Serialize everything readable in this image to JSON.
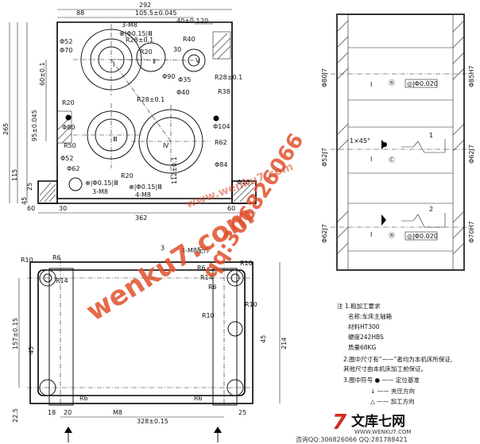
{
  "top_view": {
    "dims": {
      "d292": "292",
      "d88": "88",
      "d105": "105.5±0.045",
      "d40": "40±0.1",
      "d20": "20",
      "m8_top": "3-M8",
      "gd1": "⊕|Φ0.15|Ⅲ",
      "r28_top": "R28±0.1",
      "r40": "R40",
      "d52": "Φ52",
      "d70": "Φ70",
      "r20a": "R20",
      "d30": "30",
      "d90": "Φ90",
      "d35": "Φ35",
      "r28_right": "R28±0.1",
      "d60_vert": "60±0.1",
      "r28_mid": "R28±0.1",
      "d40b": "Φ40",
      "r38": "R38",
      "d95": "95±0.045",
      "r20b": "R20",
      "d80": "Φ80",
      "d104": "Φ104",
      "r50": "R50",
      "r62": "R62",
      "d52b": "Φ52",
      "d62": "Φ62",
      "d84": "Φ84",
      "d112": "112±0.1",
      "gd2": "⊕|Φ0.15|Ⅲ",
      "gd3": "⊕|Φ0.15|Ⅲ",
      "m8_a": "3-M8",
      "m8_b": "4-M8",
      "r20c": "R20",
      "d28": "Φ28",
      "d265": "265",
      "d115": "115",
      "d45": "45",
      "d25": "25",
      "d30b": "30",
      "d60b": "60",
      "d362": "362",
      "d60c": "60",
      "roman1": "Ⅰ",
      "roman2": "Ⅱ",
      "roman3": "Ⅲ",
      "roman4": "Ⅳ",
      "roman5": "Ⅴ"
    }
  },
  "bottom_view": {
    "dims": {
      "label3": "3",
      "m8_pair": "4-M8配作",
      "r10a": "R10",
      "r6a": "R6",
      "r14a": "R14",
      "r6b": "R6",
      "r10b": "R10",
      "r14b": "R14",
      "r6c": "R6",
      "r10c": "R10",
      "r10d": "R10",
      "d157": "157±0.15",
      "d45": "45",
      "d214": "214",
      "d45b": "45",
      "r6d": "R6",
      "r6e": "R6",
      "m8": "M8",
      "d22": "22.5",
      "d18": "18",
      "d20": "20",
      "d328": "328±0.15",
      "d25": "25"
    }
  },
  "section_view": {
    "dims": {
      "d80j7": "Φ80J7",
      "d85h7": "Φ85H7",
      "d52j7": "Φ52J7",
      "d62j7": "Φ62J7",
      "d62j7b": "Φ62J7",
      "d70h7": "Φ70H7",
      "chamfer": "1×45°",
      "roman_a": "Ⅰ",
      "roman_b": "Ⅰ",
      "roman_c": "Ⅰ",
      "circ_a": "Ⓑ",
      "circ_b": "Ⓒ",
      "circ_c": "Ⓑ",
      "tol_a": "◎|Φ0.020",
      "tol_b": "◎|Φ0.020",
      "leader1": "1",
      "leader2": "2"
    }
  },
  "notes": {
    "heading": "注  1.粗加工要求",
    "line1": "名称:车床主轴箱",
    "line2": "材料HT300",
    "line3": "硬度242HBS",
    "line4": "质量68KG",
    "line5": "2.图中尺寸有“——”者均为本机床所保证,",
    "line6": "其他尺寸由本机床加工前保证。",
    "line7": "3.图中符号 ●  —— 定位基准",
    "line8": "↓  —— 夹压方向",
    "line9": "△  —— 加工方向"
  },
  "watermark": {
    "site1": "wenku7.com",
    "qq1": "qq:306826066",
    "site2": "www.wenku7.com",
    "logo_glyph": "7",
    "logo_text": "文库七网",
    "logo_url": "WWW.WENKU7.COM",
    "footer": "咨询QQ:306826066 QQ:281788421"
  },
  "colors": {
    "watermark": "#e0502a",
    "logo_red": "#d62b1f",
    "line": "#111111"
  }
}
